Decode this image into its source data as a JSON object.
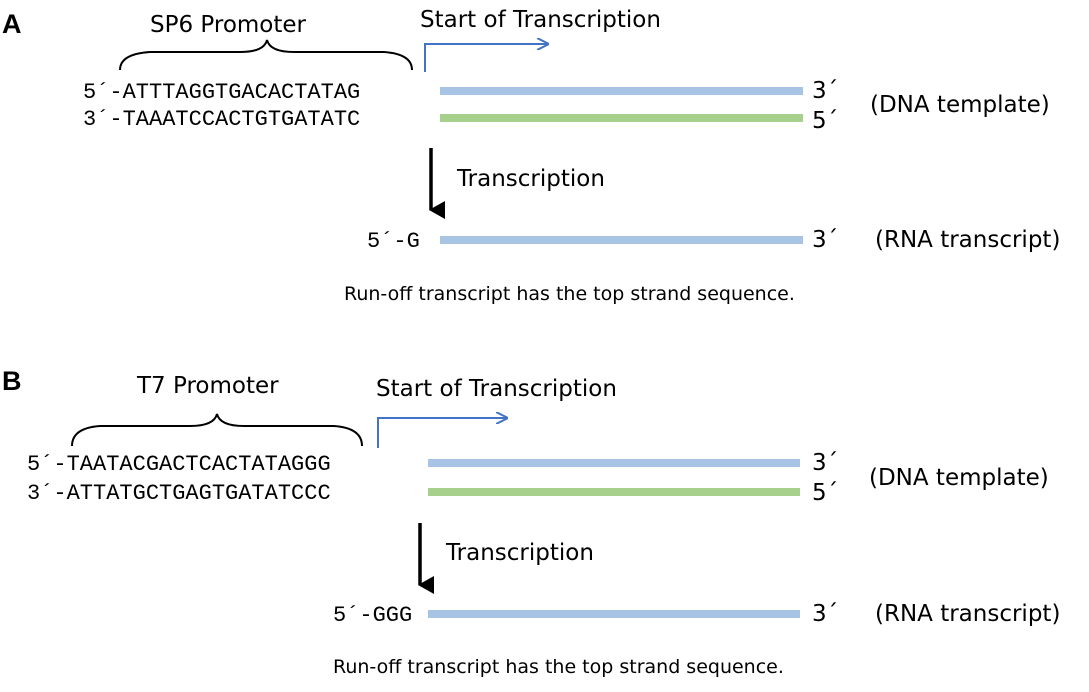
{
  "colors": {
    "top_strand": "#a8c4e4",
    "bottom_strand": "#a8d08d",
    "tss_arrow": "#4472c4",
    "text": "#000000"
  },
  "panel_a": {
    "letter": "A",
    "promoter_label": "SP6 Promoter",
    "start_label": "Start of Transcription",
    "top_seq": "5´-ATTTAGGTGACACTATAG",
    "bottom_seq": "3´-TAAATCCACTGTGATATC",
    "top_end": "3´",
    "bottom_end": "5´",
    "dna_label": "(DNA template)",
    "step_label": "Transcription",
    "rna_start": "5´-G",
    "rna_end": "3´",
    "rna_label": "(RNA transcript)",
    "note": "Run-off transcript has the top strand sequence."
  },
  "panel_b": {
    "letter": "B",
    "promoter_label": "T7 Promoter",
    "start_label": "Start of Transcription",
    "top_seq": "5´-TAATACGACTCACTATAGGG",
    "bottom_seq": "3´-ATTATGCTGAGTGATATCCC",
    "top_end": "3´",
    "bottom_end": "5´",
    "dna_label": "(DNA template)",
    "step_label": "Transcription",
    "rna_start": "5´-GGG",
    "rna_end": "3´",
    "rna_label": "(RNA transcript)",
    "note": "Run-off transcript has the top strand sequence."
  }
}
